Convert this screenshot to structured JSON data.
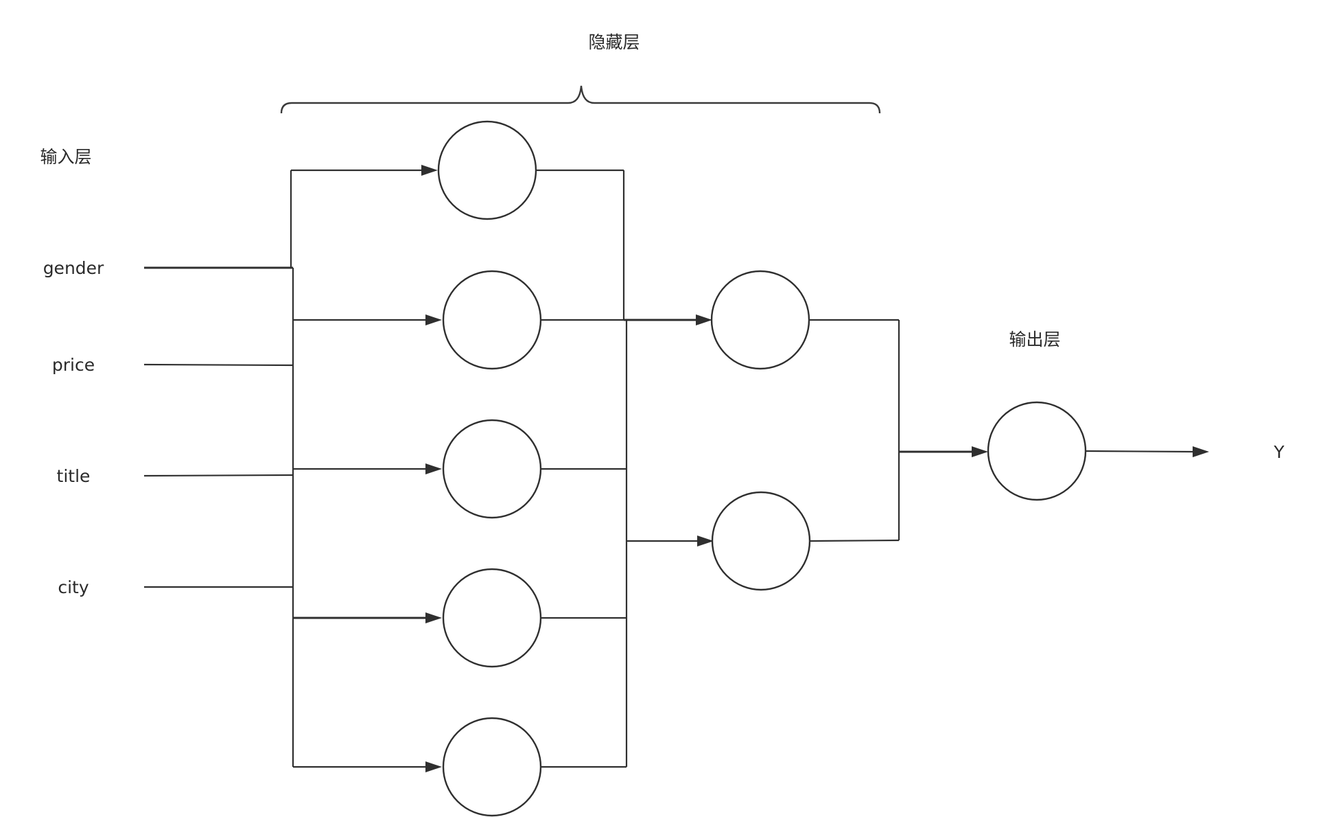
{
  "labels": {
    "hidden_layer": "隐藏层",
    "input_layer": "输入层",
    "output_layer": "输出层",
    "output_var": "Y"
  },
  "inputs": [
    "gender",
    "price",
    "title",
    "city"
  ],
  "layers": {
    "hidden_1_node_count": 5,
    "hidden_2_node_count": 2,
    "output_node_count": 1
  },
  "colors": {
    "stroke": "#2f2f2f",
    "text": "#2a2a2a",
    "background": "#ffffff"
  }
}
